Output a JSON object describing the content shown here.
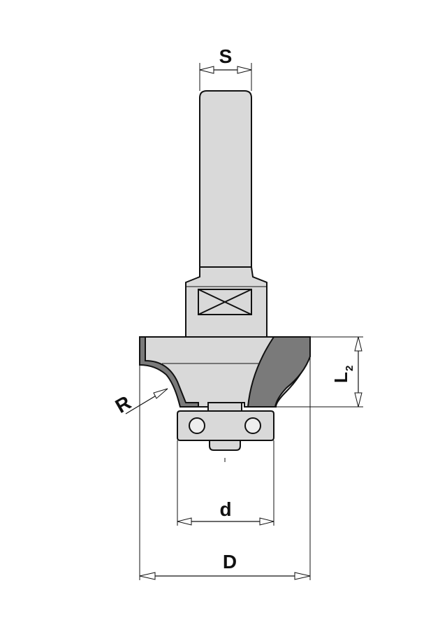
{
  "labels": {
    "shank_diameter": "S",
    "radius": "R",
    "cutting_length_base": "L",
    "cutting_length_sub": "2",
    "bearing_diameter": "d",
    "cutting_diameter": "D"
  },
  "colors": {
    "body": "#d9d9d9",
    "cutter": "#7a7a7a",
    "line": "#111111",
    "background": "#ffffff"
  }
}
